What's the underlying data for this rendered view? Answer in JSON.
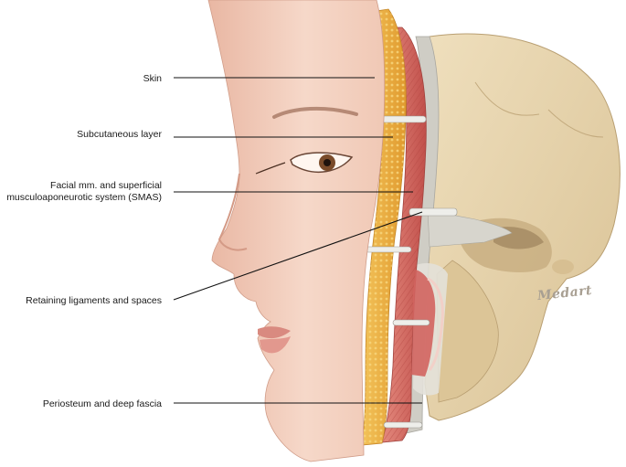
{
  "labels": {
    "skin": "Skin",
    "subcutaneous": "Subcutaneous layer",
    "smas_line1": "Facial mm. and superficial",
    "smas_line2": "musculoaponeurotic system (SMAS)",
    "retaining": "Retaining ligaments and spaces",
    "periosteum": "Periosteum and deep fascia"
  },
  "signature": "Medart",
  "colors": {
    "skin": "#f2cfc0",
    "skin_shadow": "#dba896",
    "fat": "#e9a93a",
    "fat_light": "#f4c65a",
    "muscle": "#cf5f5a",
    "muscle_light": "#e58b80",
    "fascia": "#cbc9c0",
    "bone": "#e6d3ae",
    "bone_shadow": "#c9b38b",
    "leader": "#111111"
  }
}
